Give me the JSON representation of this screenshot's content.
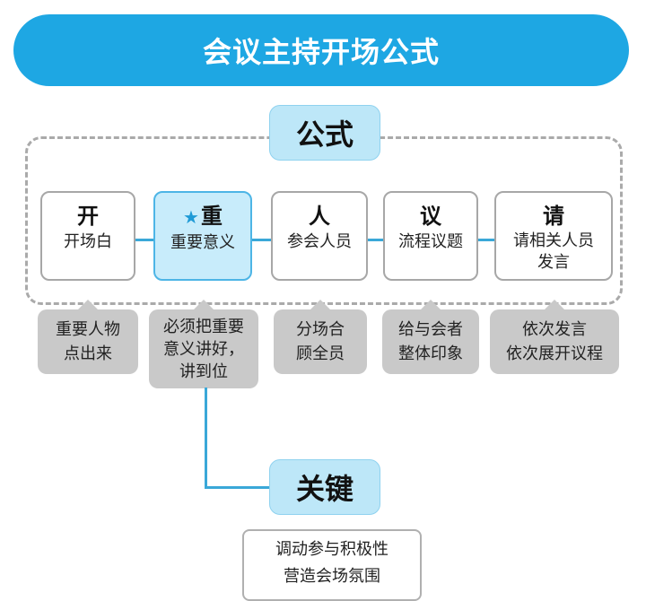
{
  "title": "会议主持开场公式",
  "formula_label": "公式",
  "steps": [
    {
      "head": "开",
      "sub": "开场白",
      "starred": false
    },
    {
      "head": "重",
      "sub": "重要意义",
      "starred": true
    },
    {
      "head": "人",
      "sub": "参会人员",
      "starred": false
    },
    {
      "head": "议",
      "sub": "流程议题",
      "starred": false
    },
    {
      "head": "请",
      "sub": "请相关人员",
      "sub2": "发言",
      "starred": false
    }
  ],
  "notes": [
    {
      "line1": "重要人物",
      "line2": "点出来"
    },
    {
      "line1": "必须把重要",
      "line2": "意义讲好，",
      "line3": "讲到位"
    },
    {
      "line1": "分场合",
      "line2": "顾全员"
    },
    {
      "line1": "给与会者",
      "line2": "整体印象"
    },
    {
      "line1": "依次发言",
      "line2": "依次展开议程"
    }
  ],
  "key_label": "关键",
  "key_points": [
    "调动参与积极性",
    "营造会场氛围"
  ],
  "colors": {
    "accent": "#1ea7e3",
    "tag_bg": "#bde7f8",
    "note_bg": "#c9c9c9",
    "line": "#3aa8d8"
  }
}
